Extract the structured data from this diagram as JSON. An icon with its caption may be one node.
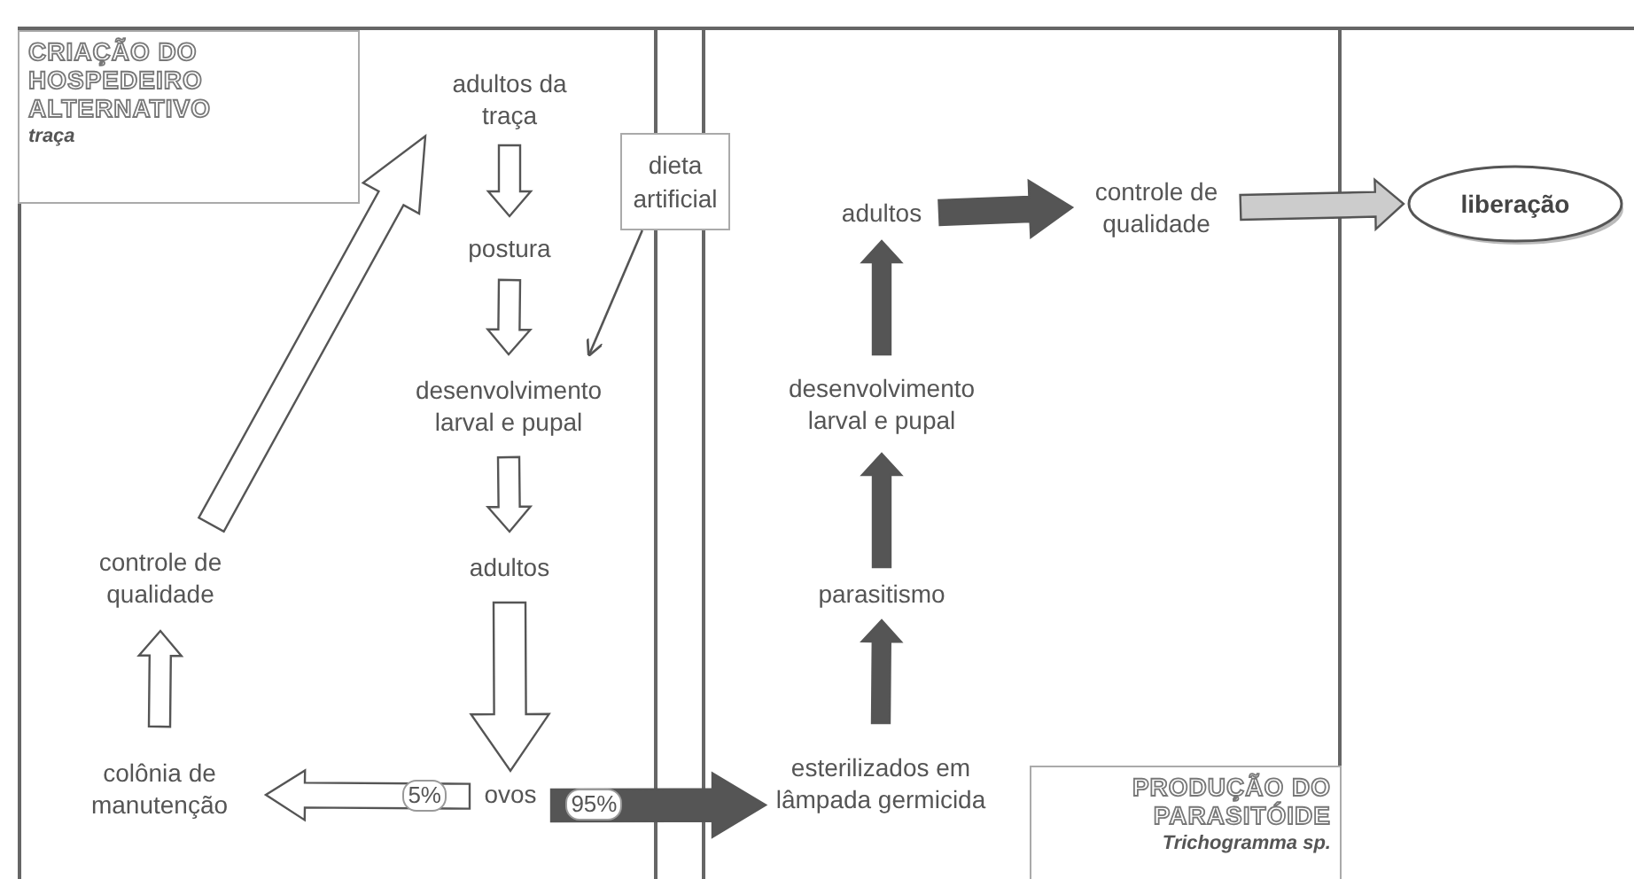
{
  "diagram": {
    "nodes": [
      {
        "text": [
          "CRIAÇÃO DO HOSPEDEIRO ALTERNATIVO",
          "traça"
        ]
      },
      {
        "text": [
          "adultos da traça"
        ],
        "in": 0
      },
      {
        "text": [
          "postura"
        ],
        "in": 0
      },
      {
        "text": [
          "desenvolvimento larval e pupal"
        ],
        "in": 0
      },
      {
        "text": [
          "adultos"
        ],
        "in": 0
      },
      {
        "text": [
          "ovos"
        ],
        "in": 0
      },
      {
        "text": [
          "colônia de manutenção"
        ],
        "in": 0
      },
      {
        "text": [
          "controle de qualidade"
        ],
        "in": 0
      },
      {
        "text": [
          "dieta artificial"
        ]
      },
      {
        "text": [
          "PRODUÇÃO DO PARASITÓIDE",
          "Trichogramma sp."
        ]
      },
      {
        "text": [
          "esterilizados em lâmpada germicida"
        ],
        "in": 9
      },
      {
        "text": [
          "parasitismo"
        ],
        "in": 9
      },
      {
        "text": [
          "desenvolvimento larval e pupal"
        ],
        "in": 9
      },
      {
        "text": [
          "adultos"
        ],
        "in": 9
      },
      {
        "text": [
          "controle de qualidade"
        ],
        "in": 9
      },
      {
        "text": [
          "liberação"
        ]
      }
    ],
    "edges": [
      {
        "from": 1,
        "to": 2,
        "arrow": "to"
      },
      {
        "from": 2,
        "to": 3,
        "arrow": "to"
      },
      {
        "from": 3,
        "to": 4,
        "arrow": "to"
      },
      {
        "from": 4,
        "to": 5,
        "arrow": "to"
      },
      {
        "from": 5,
        "to": 6,
        "arrow": "to",
        "label": "5%"
      },
      {
        "from": 6,
        "to": 7,
        "arrow": "to"
      },
      {
        "from": 7,
        "to": 1,
        "arrow": "to"
      },
      {
        "from": 8,
        "to": 3,
        "arrow": "to"
      },
      {
        "from": 5,
        "to": 10,
        "arrow": "to",
        "label": "95%",
        "color": "#555555"
      },
      {
        "from": 10,
        "to": 11,
        "arrow": "to",
        "color": "#555555"
      },
      {
        "from": 11,
        "to": 12,
        "arrow": "to",
        "color": "#555555"
      },
      {
        "from": 12,
        "to": 13,
        "arrow": "to",
        "color": "#555555"
      },
      {
        "from": 13,
        "to": 14,
        "arrow": "to",
        "color": "#555555"
      },
      {
        "from": 14,
        "to": 15,
        "arrow": "to",
        "color": "#cccccc"
      }
    ]
  }
}
